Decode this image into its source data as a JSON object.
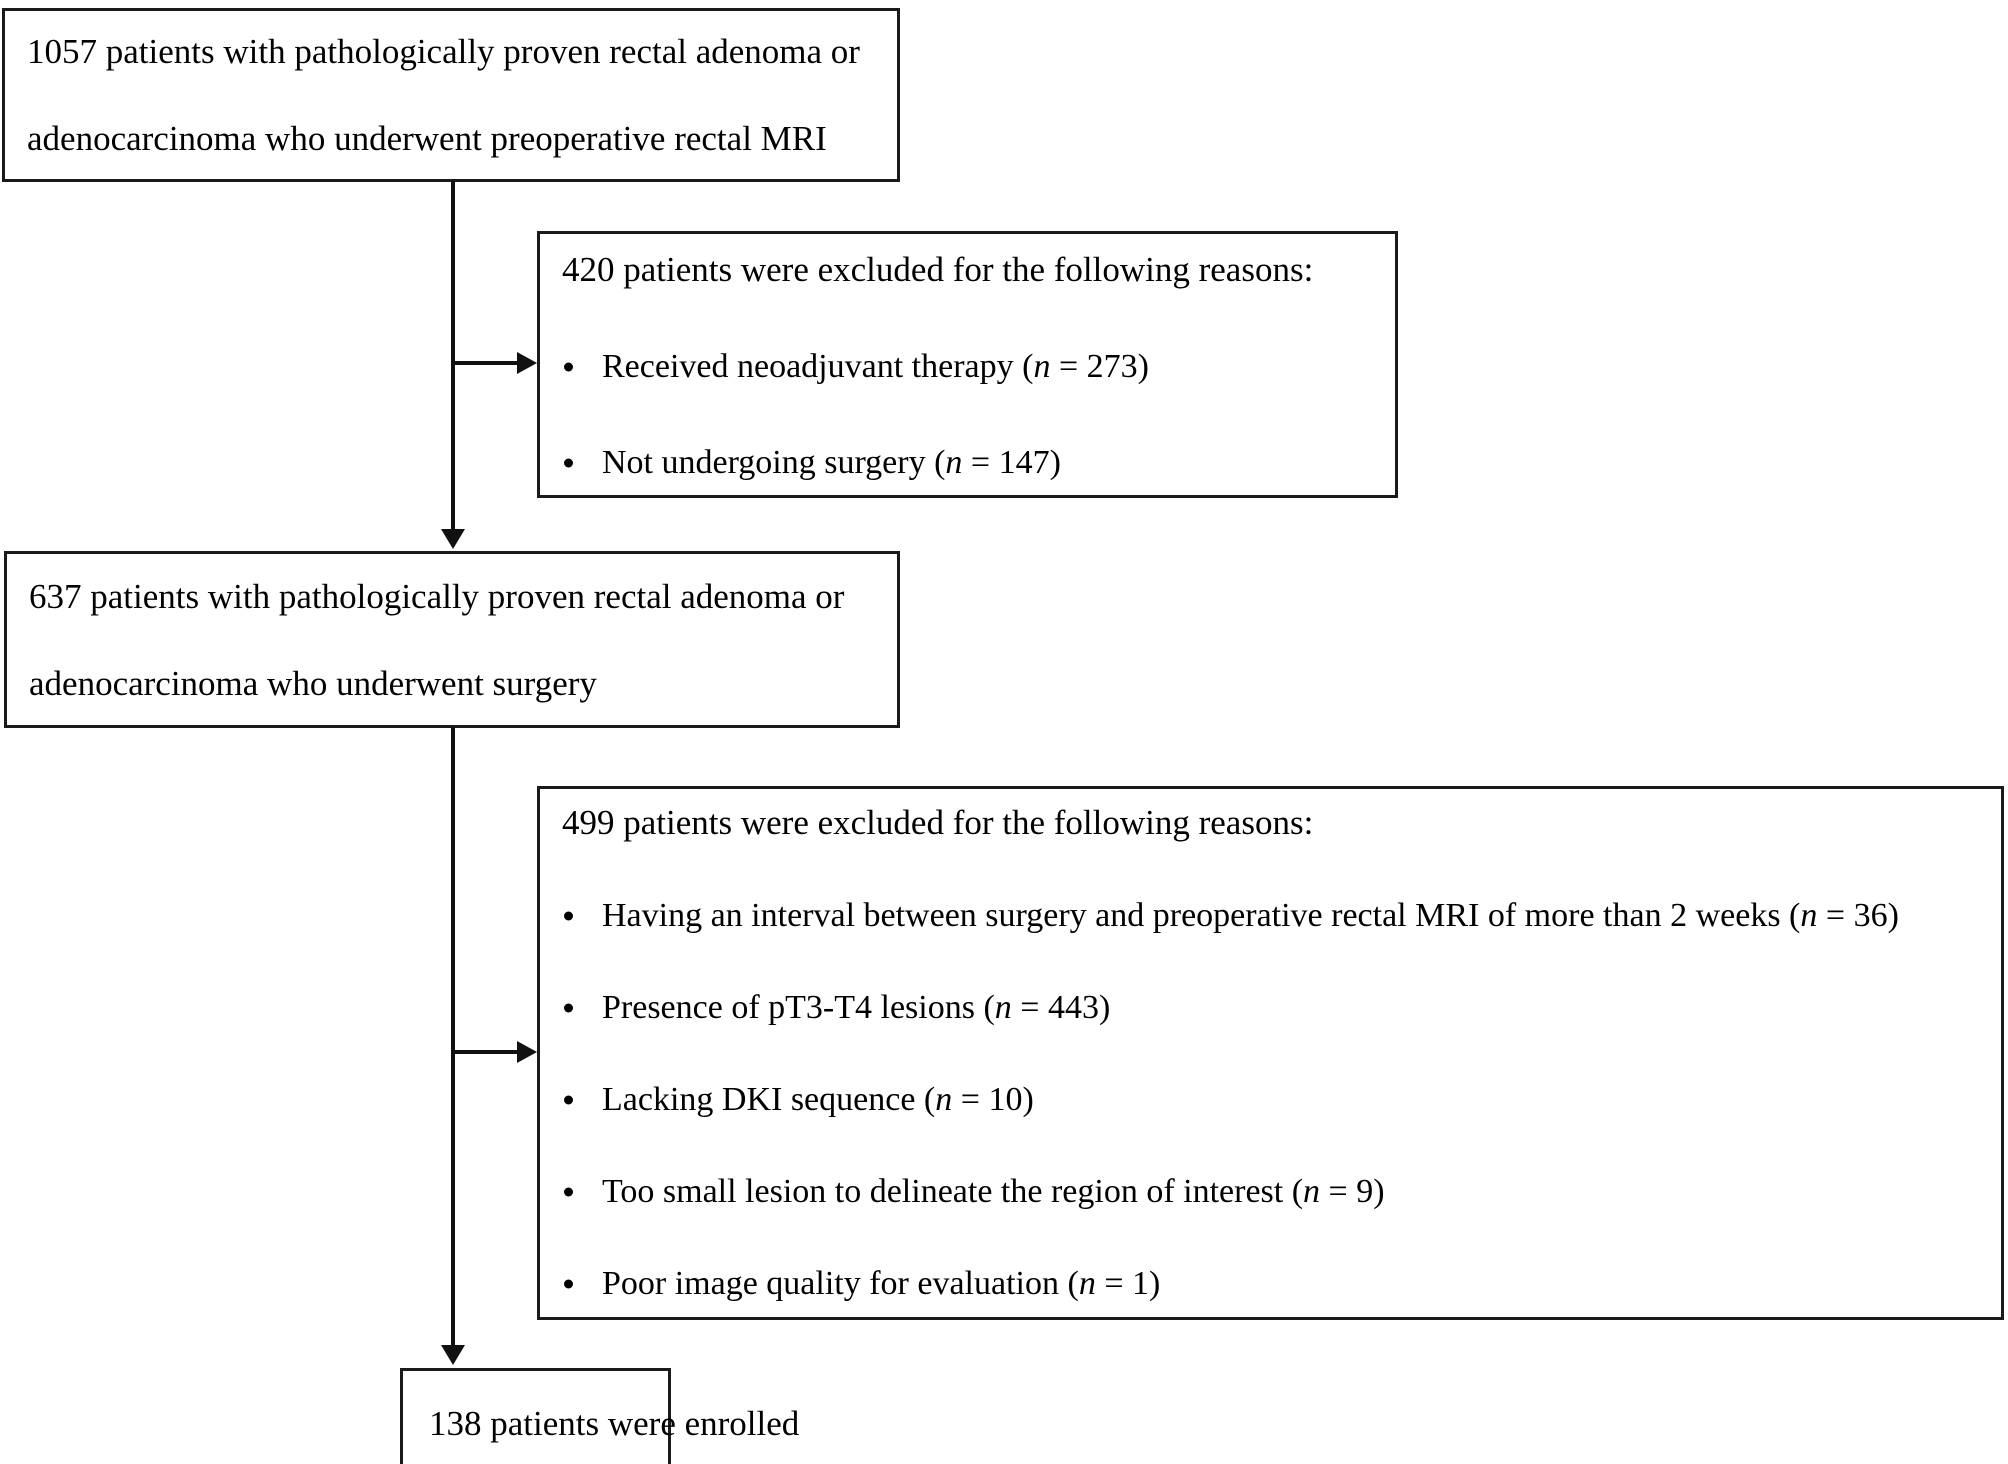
{
  "figure": {
    "type": "patient-selection-flowchart",
    "accent_color": "#111111",
    "background_color": "#ffffff"
  },
  "nodes": {
    "source": {
      "line1": "1057 patients with pathologically proven rectal adenoma or",
      "line2": "adenocarcinoma who underwent preoperative rectal MRI",
      "count": "1057"
    },
    "exclusion_1": {
      "heading": "420 patients were excluded  for the following reasons:",
      "count": "420",
      "bullets": [
        {
          "text": "Received neoadjuvant therapy (",
          "n_label": "n",
          "eq": " = ",
          "n_value": "273",
          "close": ")"
        },
        {
          "text": "Not undergoing surgery (",
          "n_label": "n",
          "eq": " = ",
          "n_value": "147",
          "close": ")"
        }
      ]
    },
    "surgery": {
      "line1": "637 patients with pathologically proven rectal adenoma or",
      "line2": "adenocarcinoma who underwent surgery",
      "count": "637"
    },
    "exclusion_2": {
      "heading": "499 patients were excluded  for the following reasons:",
      "count": "499",
      "bullets": [
        {
          "text": "Having an interval between surgery and preoperative rectal MRI of more than 2 weeks (",
          "n_label": "n",
          "eq": " = ",
          "n_value": "36",
          "close": ")"
        },
        {
          "text": "Presence of pT3-T4 lesions  (",
          "n_label": "n",
          "eq": " = ",
          "n_value": "443",
          "close": ")"
        },
        {
          "text": "Lacking DKI sequence (",
          "n_label": "n",
          "eq": " = ",
          "n_value": "10",
          "close": ")"
        },
        {
          "text": "Too small lesion to delineate the region of interest (",
          "n_label": "n",
          "eq": " = ",
          "n_value": "9",
          "close": ")"
        },
        {
          "text": "Poor image quality for evaluation (",
          "n_label": "n",
          "eq": " = ",
          "n_value": "1",
          "close": ")"
        }
      ]
    },
    "enrolled": {
      "line1": "138 patients were enrolled",
      "count": "138"
    }
  }
}
